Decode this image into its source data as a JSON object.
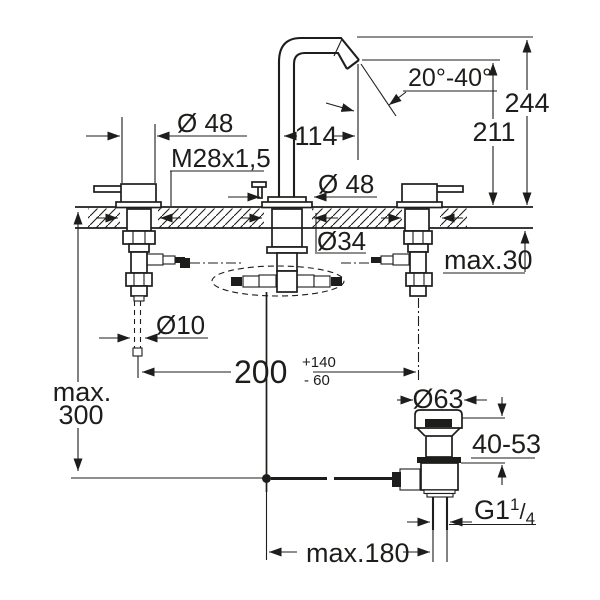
{
  "drawing": {
    "type": "faucet-installation-dimension-drawing",
    "colors": {
      "line": "#1d1d1b",
      "background": "#ffffff"
    },
    "labels": {
      "angle_range": "20°-40°",
      "total_height": "244",
      "spout_height": "211",
      "spout_reach": "114",
      "handle_diameter_left": "Ø 48",
      "thread_size": "M28x1,5",
      "handle_diameter_center": "Ø 48",
      "hole_diameter": "Ø34",
      "max_deck_thickness": "max.30",
      "rod_diameter": "Ø10",
      "hole_spacing": "200",
      "hole_spacing_tol_plus": "+140",
      "hole_spacing_tol_minus": "- 60",
      "max_depth_word": "max.",
      "max_depth_value": "300",
      "drain_flange_diameter": "Ø63",
      "clamping_range": "40-53",
      "drain_thread_main": "G1",
      "drain_thread_sup": "1",
      "drain_thread_slash": "/",
      "drain_thread_sub": "4",
      "max_drain_offset": "max.180"
    }
  }
}
